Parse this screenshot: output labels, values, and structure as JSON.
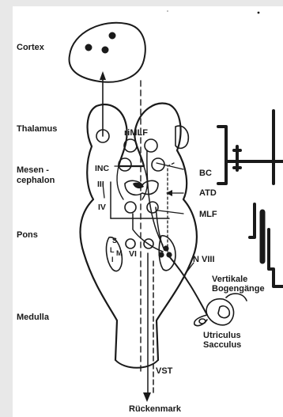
{
  "levels": {
    "cortex": "Cortex",
    "thalamus": "Thalamus",
    "mesencephalon_line1": "Mesen -",
    "mesencephalon_line2": "cephalon",
    "pons": "Pons",
    "medulla": "Medulla"
  },
  "structures": {
    "rimlf": "riMLF",
    "inc": "INC",
    "nerve_iii": "III",
    "nerve_iv": "IV",
    "nerve_vi": "VI",
    "nucleus_s": "S",
    "nucleus_l": "L",
    "nucleus_m": "M",
    "nucleus_i": "I",
    "bc": "BC",
    "atd": "ATD",
    "mlf": "MLF",
    "n_viii": "N VIII",
    "vertikale_line1": "Vertikale",
    "vertikale_line2": "Bogengänge",
    "utriculus": "Utriculus",
    "sacculus": "Sacculus",
    "vst": "VST",
    "rueckenmark": "Rückenmark"
  },
  "colors": {
    "ink": "#1a1a1a",
    "paper": "#ffffff",
    "margin": "#e8e8e8"
  }
}
